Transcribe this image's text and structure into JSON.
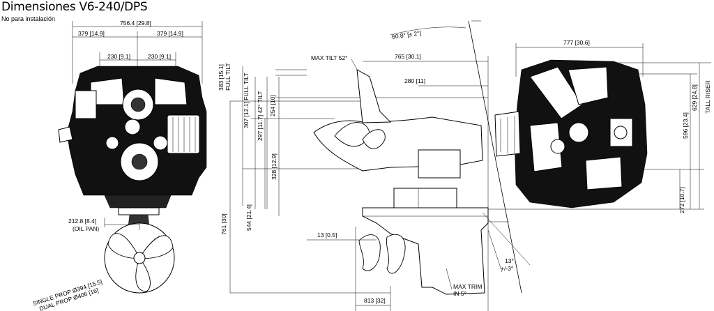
{
  "header": {
    "title": "Dimensiones V6-240/DPS",
    "subtitle": "No para instalación"
  },
  "front_view": {
    "overall_width": "756.4 [29.8]",
    "half_left": "379 [14.9]",
    "half_right": "379 [14.9]",
    "inner_left": "230 [9.1]",
    "inner_right": "230 [9.1]",
    "oil_pan_value": "212.8 [8.4]",
    "oil_pan_label": "(OIL PAN)",
    "single_prop": "SINGLE PROP Ø394 [15.5]",
    "dual_prop": "DUAL PROP Ø406 [16]"
  },
  "side_view": {
    "tilt_angle": "60.8° [± 2°]",
    "max_tilt": "MAX TILT 52°",
    "full_tilt_1": "383 [15.1]",
    "full_tilt_1_label": "FULL TILT",
    "full_tilt_2": "307 [12.1] FULL TILT",
    "tilt_42": "297 [11.7] 42° TILT",
    "dim_254": "254 [10]",
    "dim_765": "765 [30.1]",
    "dim_280": "280 [11]",
    "dim_328": "328 [12.9]",
    "dim_761": "761 [30]",
    "dim_544": "544 [21.4]",
    "dim_13": "13 [0.5]",
    "dim_813": "813 [32]",
    "max_trim": "MAX TRIM",
    "max_trim_angle": "IN 5°",
    "trim_13": "13°",
    "trim_pm": "+/-3°"
  },
  "engine_view": {
    "width": "777 [30.6]",
    "height_596": "596 [23.4]",
    "height_629": "629 [24.8]",
    "tall_riser": "TALL RISER",
    "height_272": "272 [10.7]"
  }
}
